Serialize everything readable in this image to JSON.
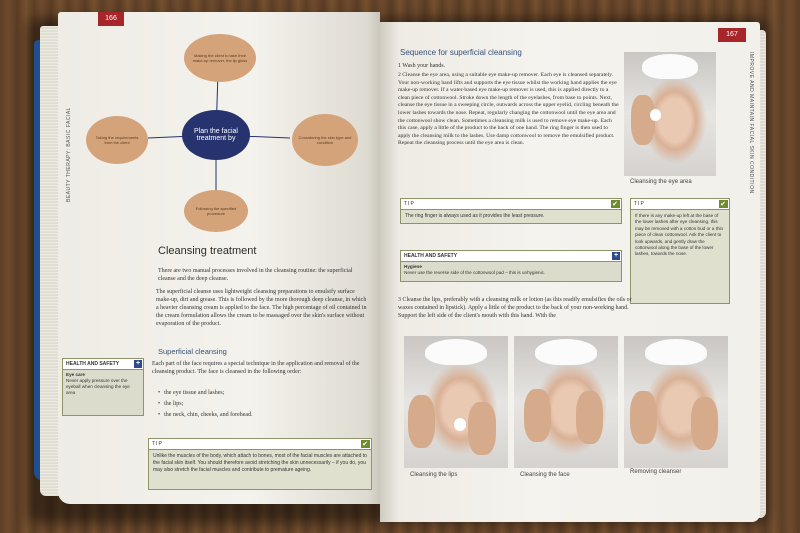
{
  "left_page": {
    "page_number": "166",
    "running_head": "BEAUTY THERAPY: BASIC FACIAL",
    "mindmap": {
      "center": "Plan the facial treatment by",
      "top": "Making the client to take their make-up remover, the lip gloss",
      "left": "Taking the requirements from the client",
      "right": "Considering the skin type and condition",
      "bottom": "Following the specified procedure"
    },
    "heading": "Cleansing treatment",
    "intro_para": "There are two manual processes involved in the cleansing routine: the superficial cleanse and the deep cleanse.",
    "body_para": "The superficial cleanse uses lightweight cleansing preparations to emulsify surface make-up, dirt and grease. This is followed by the more thorough deep cleanse, in which a heavier cleansing cream is applied to the face. The high percentage of oil contained in the cream formulation allows the cream to be massaged over the skin's surface without evaporation of the product.",
    "subheading": "Superficial cleansing",
    "sub_para": "Each part of the face requires a special technique in the application and removal of the cleansing product. The face is cleansed in the following order:",
    "bullets": [
      "the eye tissue and lashes;",
      "the lips;",
      "the neck, chin, cheeks, and forehead."
    ],
    "health_box": {
      "title": "HEALTH AND SAFETY",
      "bold": "Eye care",
      "text": "Never apply pressure over the eyeball when cleansing the eye area"
    },
    "tip_box": {
      "title": "TIP",
      "text": "Unlike the muscles of the body, which attach to bones, most of the facial muscles are attached to the facial skin itself. You should therefore avoid stretching the skin unnecessarily – if you do, you may also stretch the facial muscles and contribute to premature ageing."
    }
  },
  "right_page": {
    "page_number": "167",
    "running_head": "IMPROVE AND MAINTAIN FACIAL SKIN CONDITION",
    "sequence_title": "Sequence for superficial cleansing",
    "step1": "1  Wash your hands.",
    "step2": "2  Cleanse the eye area, using a suitable eye make-up remover. Each eye is cleansed separately. Your non-working hand lifts and supports the eye tissue whilst the working hand applies the eye make-up remover. If a water-based eye make-up remover is used, this is applied directly to a clean piece of cottonwool. Stroke down the length of the eyelashes, from base to points. Next, cleanse the eye tissue in a sweeping circle, outwards across the upper eyelid, circling beneath the lower lashes towards the nose. Repeat, regularly changing the cottonwool until the eye area and the cottonwool show clean. Sometimes a cleansing milk is used to remove eye make-up. Each this case, apply a little of the product to the back of one hand. The ring finger is then used to apply the cleansing milk to the lashes. Use damp cottonwool to remove the emulsified product. Repeat the cleansing process until the eye area is clean.",
    "photo_caption_top": "Cleansing the eye area",
    "tip1": {
      "title": "TIP",
      "text": "The ring finger is always used as it provides the least pressure."
    },
    "tip2": {
      "title": "TIP",
      "text": "If there is any make-up left at the base of the lower lashes after eye cleansing, this may be removed with a cotton bud or a thin piece of clean cottonwool. Ask the client to look upwards, and gently draw the cottonwool along the base of the lower lashes, towards the nose."
    },
    "health_box": {
      "title": "HEALTH AND SAFETY",
      "bold": "Hygiene",
      "text": "Never use the reverse side of the cottonwool pad – this is unhygienic."
    },
    "step3": "3  Cleanse the lips, preferably with a cleansing milk or lotion (as this readily emulsifies the oils or waxes contained in lipstick). Apply a little of the product to the back of your non-working hand. Support the left side of the client's mouth with this hand. With the",
    "captions": [
      "Cleansing the lips",
      "Cleansing the face",
      "Removing cleanser"
    ]
  }
}
